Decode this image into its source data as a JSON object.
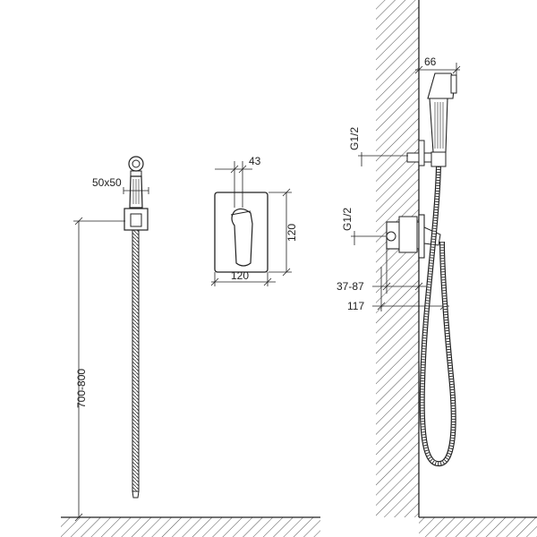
{
  "dimensions": {
    "hose_set_size": "50x50",
    "hose_height": "700-800",
    "mixer_depth": "43",
    "mixer_height": "120",
    "mixer_width": "120",
    "holder_projection": "66",
    "thread_upper": "G1/2",
    "thread_lower": "G1/2",
    "install_depth": "37-87",
    "wall_projection": "117"
  },
  "colors": {
    "stroke": "#222222",
    "hatch": "#555555",
    "background": "#ffffff"
  }
}
